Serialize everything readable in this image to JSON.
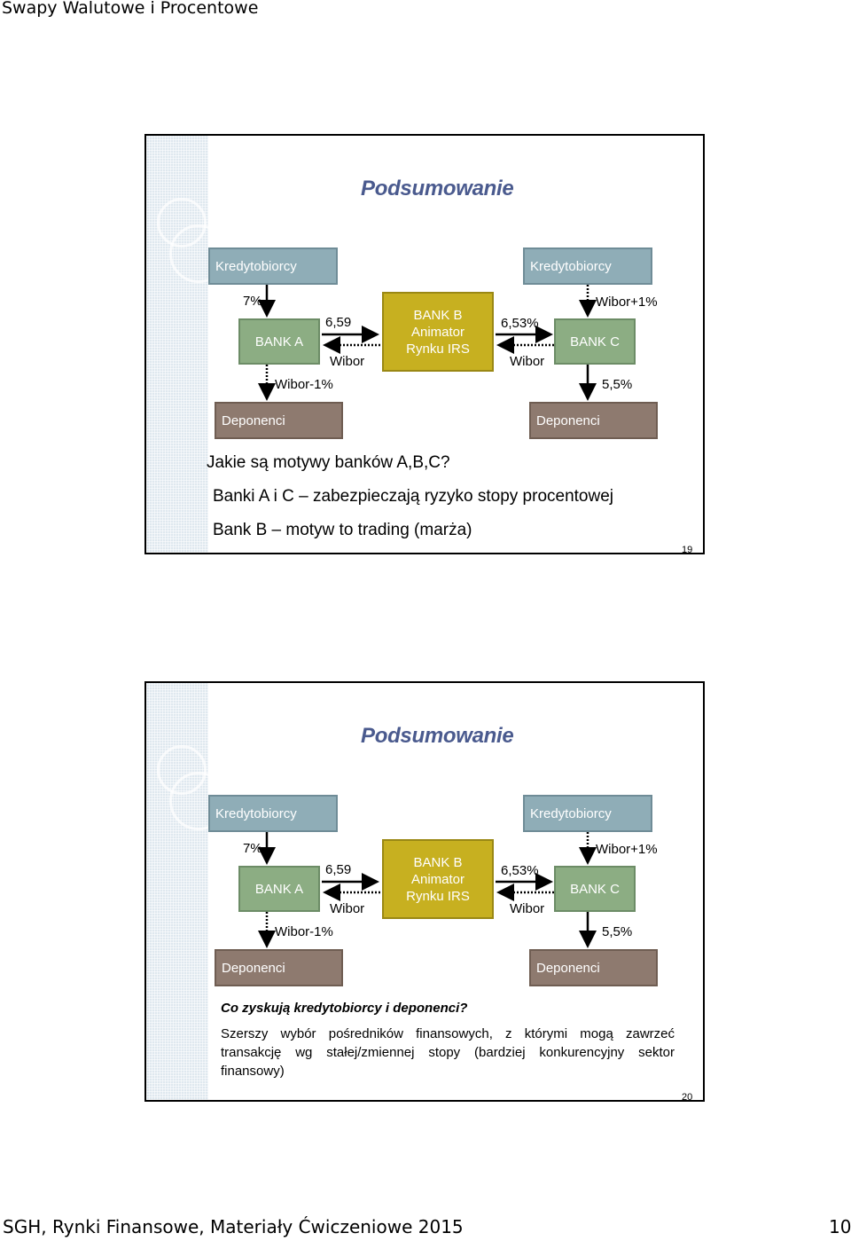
{
  "page": {
    "header": "Swapy Walutowe i Procentowe",
    "footer_left": "SGH, Rynki Finansowe, Materiały Ćwiczeniowe 2015",
    "footer_right": "10"
  },
  "diagram": {
    "title": "Podsumowanie",
    "kredytobiorcy": "Kredytobiorcy",
    "deponenci": "Deponenci",
    "bank_a": "BANK A",
    "bank_b_lines": [
      "BANK B",
      "Animator",
      "Rynku IRS"
    ],
    "bank_c": "BANK C",
    "rate_a_in": "7%",
    "rate_a_out": "Wibor-1%",
    "rate_ab_fixed": "6,59",
    "rate_ab_float": "Wibor",
    "rate_bc_fixed": "6,53%",
    "rate_bc_float": "Wibor",
    "rate_c_in": "Wibor+1%",
    "rate_c_out": "5,5%"
  },
  "slide1": {
    "question": "Jakie są motywy banków A,B,C?",
    "line1": "Banki A i C – zabezpieczają ryzyko stopy procentowej",
    "line2": "Bank B – motyw to trading (marża)",
    "page_number": "19"
  },
  "slide2": {
    "question": "Co zyskują kredytobiorcy i deponenci?",
    "answer": "Szerszy wybór pośredników finansowych, z którymi mogą zawrzeć transakcję wg stałej/zmiennej stopy (bardziej konkurencyjny sektor finansowy)",
    "page_number": "20"
  }
}
